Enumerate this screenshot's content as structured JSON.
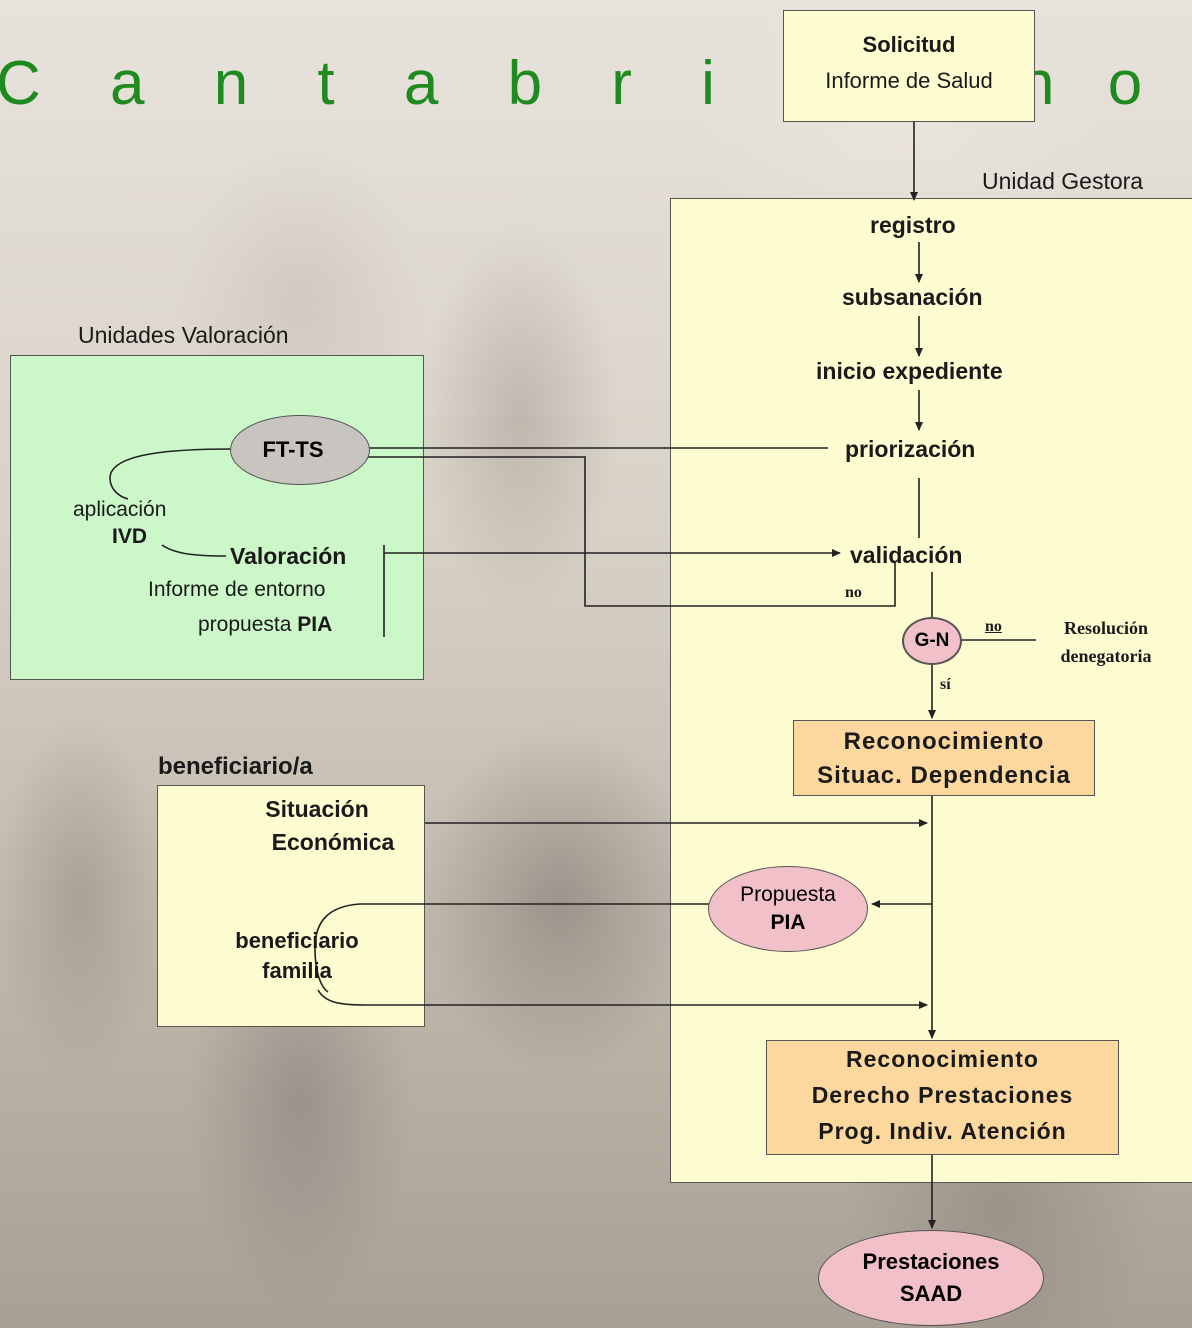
{
  "title": {
    "main": "C a n t a b r i a",
    "tail": "n o"
  },
  "solicitud": {
    "line1": "Solicitud",
    "line2": "Informe de Salud"
  },
  "unidad_gestora": {
    "heading": "Unidad Gestora",
    "steps": [
      "registro",
      "subsanación",
      "inicio expediente",
      "priorización",
      "validación"
    ],
    "no_label": "no",
    "gn": "G-N",
    "gn_no": "no",
    "gn_si": "sí",
    "resolucion": [
      "Resolución",
      "denegatoria"
    ],
    "reconocimiento_situac": [
      "Reconocimiento",
      "Situac. Dependencia"
    ],
    "reconocimiento_derecho": [
      "Reconocimiento",
      "Derecho Prestaciones",
      "Prog. Indiv. Atención"
    ]
  },
  "unidades_valoracion": {
    "heading": "Unidades Valoración",
    "ftts": "FT-TS",
    "aplicacion": "aplicación",
    "ivd": "IVD",
    "valoracion": "Valoración",
    "informe": "Informe de entorno",
    "propuesta_prefix": "propuesta ",
    "propuesta_bold": "PIA"
  },
  "beneficiario": {
    "heading": "beneficiario/a",
    "situacion": [
      "Situación",
      "Económica"
    ],
    "familia": [
      "beneficiario",
      "familia"
    ]
  },
  "propuesta_pia": [
    "Propuesta",
    "PIA"
  ],
  "prestaciones": [
    "Prestaciones",
    "SAAD"
  ],
  "colors": {
    "yellow": "#fdfbd0",
    "green": "#ccf7c8",
    "pink": "#f2c0c8",
    "orange": "#fcd79e",
    "gray_ellipse": "#c8c4c0",
    "title": "#1f8a1f"
  }
}
